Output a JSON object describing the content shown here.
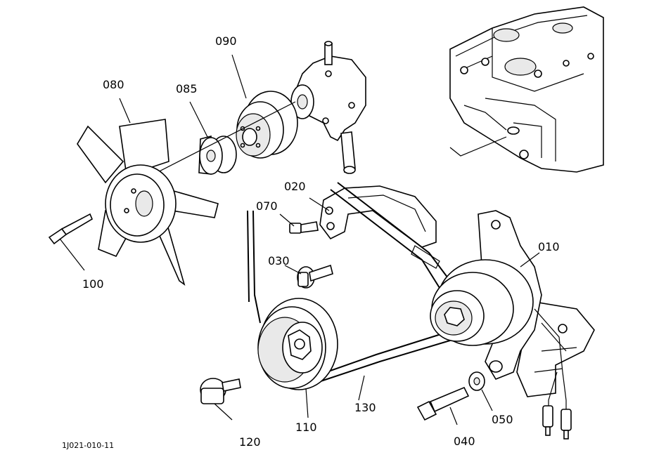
{
  "callouts": {
    "c010": "010",
    "c020": "020",
    "c030": "030",
    "c040": "040",
    "c050": "050",
    "c070": "070",
    "c080": "080",
    "c085": "085",
    "c090": "090",
    "c100": "100",
    "c110": "110",
    "c120": "120",
    "c130": "130"
  },
  "figure_id": "1J021-010-11"
}
